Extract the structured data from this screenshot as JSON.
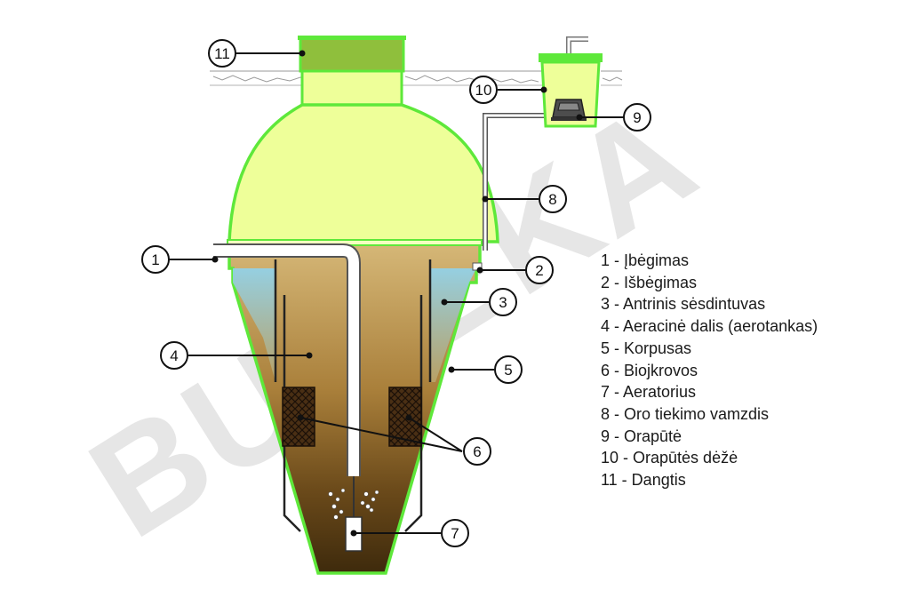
{
  "watermark": "BUITEKA",
  "callouts": [
    "1",
    "2",
    "3",
    "4",
    "5",
    "6",
    "7",
    "8",
    "9",
    "10",
    "11"
  ],
  "legend": [
    "1 - Įbėgimas",
    "2 - Išbėgimas",
    "3 - Antrinis sėsdintuvas",
    "4 - Aeracinė dalis (aerotankas)",
    "5 - Korpusas",
    "6 - Biojkrovos",
    "7 - Aeratorius",
    "8 - Oro tiekimo vamzdis",
    "9 - Orapūtė",
    "10 - Orapūtės dėžė",
    "11 - Dangtis"
  ],
  "colors": {
    "tank_outline": "#5ee83a",
    "dome_fill": "#eeff99",
    "lid": "#8fbf3c",
    "water": "#8ecfe8",
    "sludge_dark": "#4a3210",
    "sludge_light": "#c9a060"
  }
}
